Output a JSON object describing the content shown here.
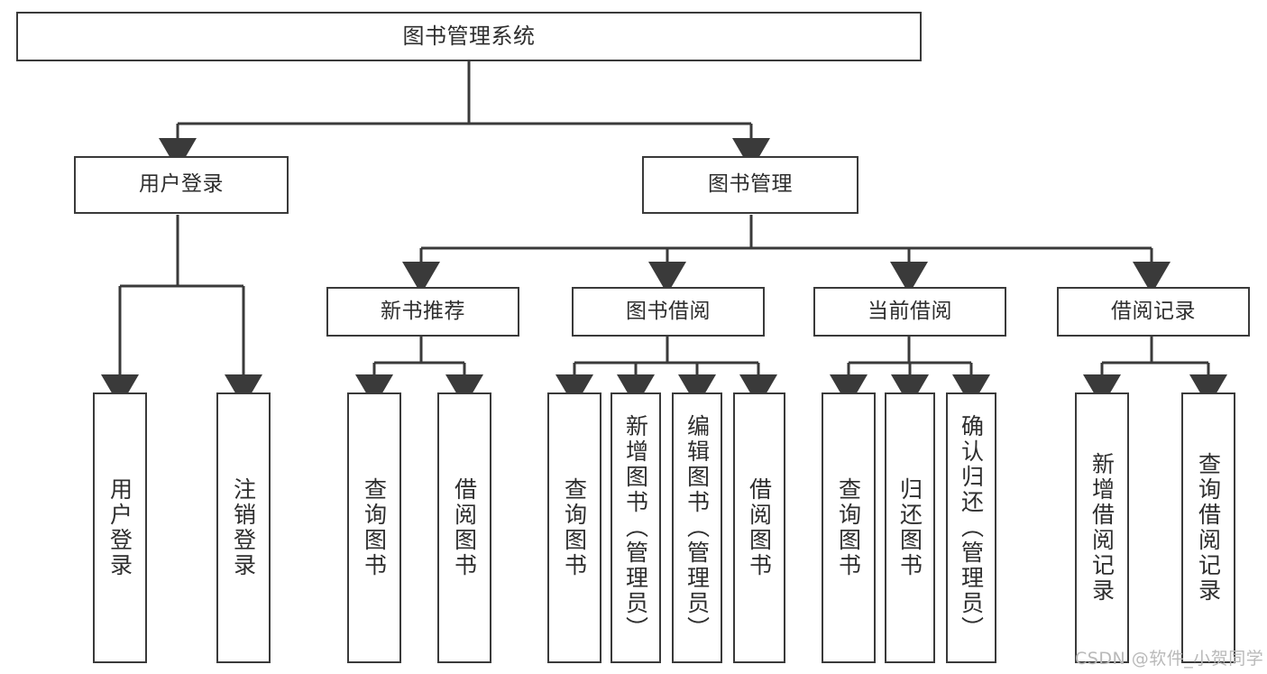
{
  "diagram": {
    "title": "图书管理系统",
    "type": "hierarchy-tree",
    "line_color": "#3a3a3a",
    "box_fill": "#ffffff",
    "background": "#ffffff",
    "levels": 4
  },
  "nodes": {
    "root": {
      "label": "图书管理系统",
      "orientation": "horizontal",
      "level": 1
    },
    "l2": [
      {
        "label": "用户登录",
        "orientation": "horizontal",
        "level": 2
      },
      {
        "label": "图书管理",
        "orientation": "horizontal",
        "level": 2
      }
    ],
    "l3": [
      {
        "label": "新书推荐",
        "orientation": "horizontal",
        "level": 3
      },
      {
        "label": "图书借阅",
        "orientation": "horizontal",
        "level": 3
      },
      {
        "label": "当前借阅",
        "orientation": "horizontal",
        "level": 3
      },
      {
        "label": "借阅记录",
        "orientation": "horizontal",
        "level": 3
      }
    ],
    "leaves_user_login": [
      {
        "label": "用户登录",
        "orientation": "vertical"
      },
      {
        "label": "注销登录",
        "orientation": "vertical"
      }
    ],
    "leaves_new_book": [
      {
        "label": "查询图书",
        "orientation": "vertical"
      },
      {
        "label": "借阅图书",
        "orientation": "vertical"
      }
    ],
    "leaves_borrow": [
      {
        "label": "查询图书",
        "orientation": "vertical"
      },
      {
        "label": "新增图书（管理员）",
        "orientation": "vertical"
      },
      {
        "label": "编辑图书（管理员）",
        "orientation": "vertical"
      },
      {
        "label": "借阅图书",
        "orientation": "vertical"
      }
    ],
    "leaves_current": [
      {
        "label": "查询图书",
        "orientation": "vertical"
      },
      {
        "label": "归还图书",
        "orientation": "vertical"
      },
      {
        "label": "确认归还（管理员）",
        "orientation": "vertical"
      }
    ],
    "leaves_records": [
      {
        "label": "新增借阅记录",
        "orientation": "vertical"
      },
      {
        "label": "查询借阅记录",
        "orientation": "vertical"
      }
    ]
  },
  "watermark": {
    "text": "CSDN @软件_小贺同学"
  }
}
